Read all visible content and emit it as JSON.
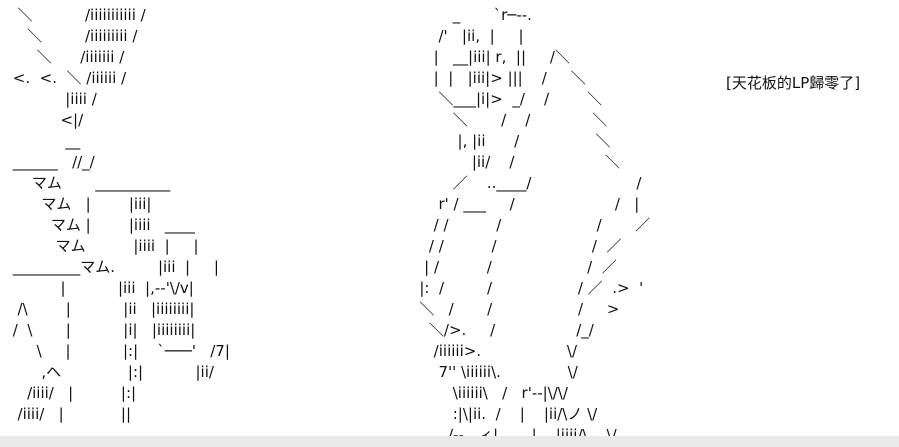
{
  "caption": "[天花板的LP歸零了]",
  "colors": {
    "background": "#ffffff",
    "ink": "#111111",
    "bottom_strip": "#e9e9e9"
  },
  "art_left": [
    "  ＼           /iiiiiiiiiii /",
    "    ＼         /iiiiiiiii /",
    "      ＼      /iiiiiii /",
    " <.  <.  ＼ /iiiiii /",
    "            |iiii /",
    "           <|/",
    "            __",
    " ______   //_/",
    "     マム       __________",
    "       マム   |        |iii|",
    "         マム |        |iiii   ____",
    "          マム          |iiii  |     |",
    " _________マム.         |iii  |     |",
    "           |           |iii  |,-‐'\\/v|",
    "  /\\        |           |ii   |iiiiiiii|",
    " /  \\       |           |i|   |iiiiiiii|",
    "      \\     |           |:|    `───'   /7|",
    "       ,ヘ              |:|           |ii/",
    "    /iiii/   |          |:|",
    "  /iiii/   |            ||"
  ],
  "art_right": [
    "              _       `r─‐-.",
    "           /'   |ii,  |     |",
    "          |   __|iii| r,  ||     /＼",
    "          |  |   |iii|> |||    /     ＼",
    "           ＼___|i|>  _/    /        ＼",
    "              ＼       /    /             ＼",
    "               |, |ii      /                ＼",
    "                  |ii/    /                   ＼",
    "              ／    ..____/                      /",
    "           r' / ___     /                     /   |",
    "          / /          /                    /       ／",
    "         / /          /                    /  ／",
    "        | /          /                    /  ／",
    "       |:  /         /                  / ／  .>  '",
    "       ＼   /       /                  /     >",
    "         ＼/>.     /                 /_/",
    "          /iiiiii>.                  \\/",
    "           7'' \\iiiiii\\.              \\/",
    "              \\iiiiii\\   /   r'‐-|\\/\\/",
    "              :|\\|ii.  /    |    |ii/\\ノ \\/",
    "             /‐-.  ィ|       |    |iiii/\\    \\/"
  ]
}
